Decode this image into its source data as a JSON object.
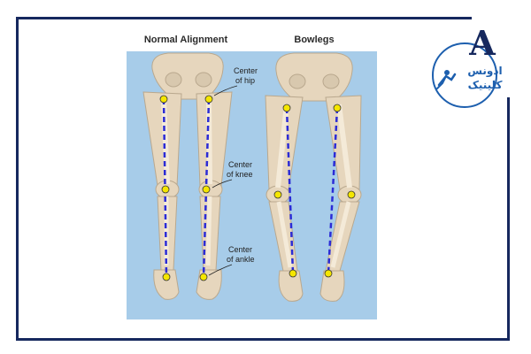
{
  "panels": {
    "left_title": "Normal Alignment",
    "right_title": "Bowlegs"
  },
  "annotations": {
    "hip_line1": "Center",
    "hip_line2": "of hip",
    "knee_line1": "Center",
    "knee_line2": "of knee",
    "ankle_line1": "Center",
    "ankle_line2": "of ankle"
  },
  "logo": {
    "letter": "A",
    "line1": "ادونس",
    "line2": "کلینیک"
  },
  "colors": {
    "frame": "#16285e",
    "panel_bg": "#9ec7e6",
    "bone": "#e6d6bd",
    "bone_outline": "#b9a88e",
    "axis_line": "#2b2bd6",
    "joint_marker": "#f5e600",
    "logo_blue": "#1d5fae"
  },
  "icons": [
    "hip-marker",
    "knee-marker",
    "ankle-marker",
    "runner-logo-icon"
  ]
}
